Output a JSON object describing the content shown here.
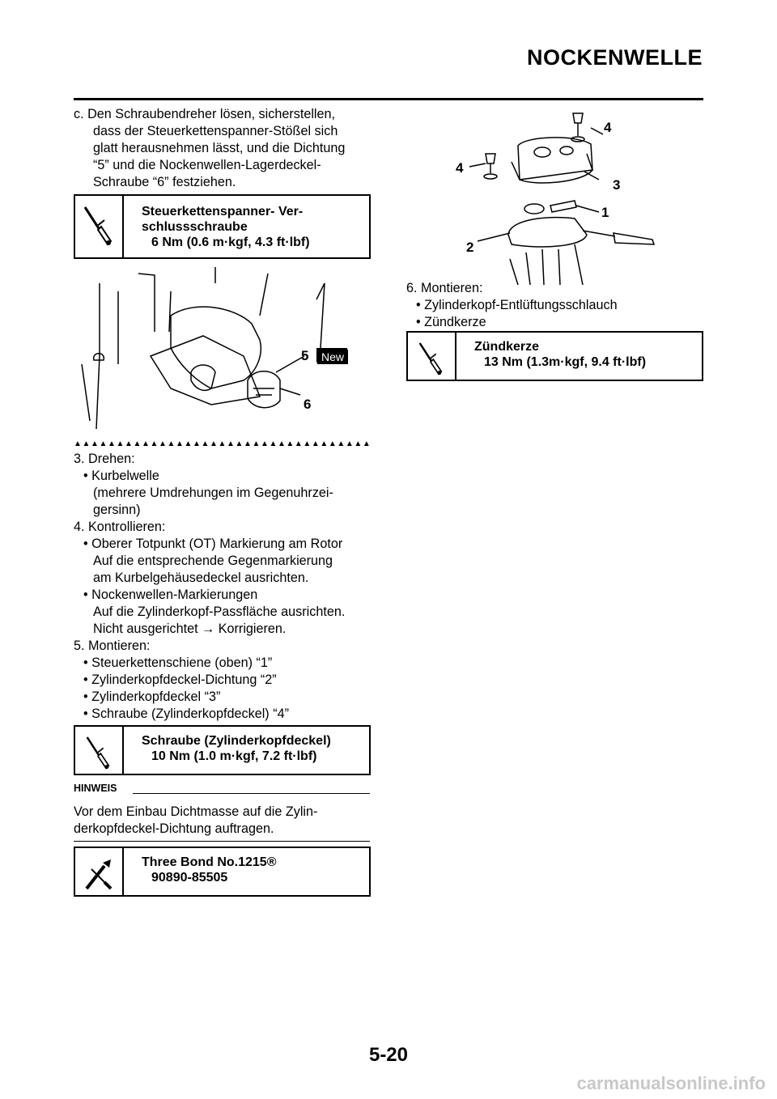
{
  "header": {
    "title": "NOCKENWELLE"
  },
  "left": {
    "step_c": [
      "c.  Den Schraubendreher lösen, sicherstellen,",
      "dass der Steuerkettenspanner-Stößel sich",
      "glatt herausnehmen lässt, und die Dichtung",
      "“5” und die Nockenwellen-Lagerdeckel-",
      "Schraube “6” festziehen."
    ],
    "spec1": {
      "title_l1": "Steuerkettenspanner- Ver-",
      "title_l2": "schlussschraube",
      "value": "6 Nm (0.6 m·kgf, 4.3 ft·lbf)",
      "icon": "torque-wrench-icon"
    },
    "fig1_labels": {
      "five": "5",
      "new_badge": "New",
      "six": "6"
    },
    "end_marks": "▲▲▲▲▲▲▲▲▲▲▲▲▲▲▲▲▲▲▲▲▲▲▲▲▲▲▲▲▲▲▲▲▲▲▲▲▲▲▲▲",
    "steps": [
      "3.  Drehen:",
      "• Kurbelwelle",
      "(mehrere Umdrehungen im Gegenuhrzei-",
      "gersinn)",
      "4.  Kontrollieren:",
      "• Oberer Totpunkt (OT) Markierung am Rotor",
      "Auf die entsprechende Gegenmarkierung",
      "am Kurbelgehäusedeckel ausrichten.",
      "• Nockenwellen-Markierungen",
      "Auf die Zylinderkopf-Passfläche ausrichten.",
      "Nicht ausgerichtet → Korrigieren.",
      "5.  Montieren:",
      "• Steuerkettenschiene (oben) “1”",
      "• Zylinderkopfdeckel-Dichtung “2”",
      "• Zylinderkopfdeckel “3”",
      "• Schraube (Zylinderkopfdeckel) “4”"
    ],
    "spec2": {
      "title": "Schraube (Zylinderkopfdeckel)",
      "value": "10 Nm (1.0 m·kgf, 7.2 ft·lbf)",
      "icon": "torque-wrench-icon"
    },
    "hinweis": {
      "label": "HINWEIS",
      "text_l1": "Vor dem Einbau Dichtmasse auf die Zylin-",
      "text_l2": "derkopfdeckel-Dichtung auftragen."
    },
    "spec3": {
      "title": "Three Bond No.1215®",
      "value": "90890-85505",
      "icon": "sealant-tool-icon"
    }
  },
  "right": {
    "fig2_labels": {
      "four_top": "4",
      "four_left": "4",
      "three": "3",
      "one": "1",
      "two": "2"
    },
    "steps": [
      "6.  Montieren:",
      "• Zylinderkopf-Entlüftungsschlauch",
      "• Zündkerze"
    ],
    "spec4": {
      "title": "Zündkerze",
      "value": "13 Nm (1.3m·kgf, 9.4 ft·lbf)",
      "icon": "torque-wrench-icon"
    }
  },
  "footer": {
    "page_number": "5-20",
    "watermark": "carmanualsonline.info"
  }
}
